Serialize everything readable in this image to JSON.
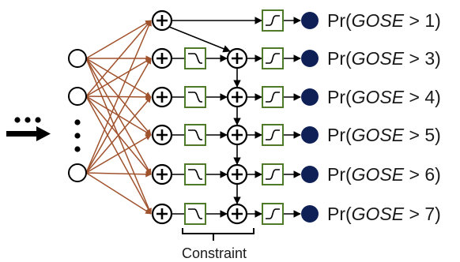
{
  "diagram": {
    "outputs": [
      {
        "prefix": "Pr(",
        "var": "GOSE",
        "suffix": " > 1)"
      },
      {
        "prefix": "Pr(",
        "var": "GOSE",
        "suffix": " > 3)"
      },
      {
        "prefix": "Pr(",
        "var": "GOSE",
        "suffix": " > 4)"
      },
      {
        "prefix": "Pr(",
        "var": "GOSE",
        "suffix": " > 5)"
      },
      {
        "prefix": "Pr(",
        "var": "GOSE",
        "suffix": " > 6)"
      },
      {
        "prefix": "Pr(",
        "var": "GOSE",
        "suffix": " > 7)"
      }
    ],
    "constraint_label": "Constraint",
    "colors": {
      "input_edges": "#a0522d",
      "activation_box": "#4f7a2a",
      "output_node": "#0f2057",
      "stroke": "#000000"
    }
  }
}
